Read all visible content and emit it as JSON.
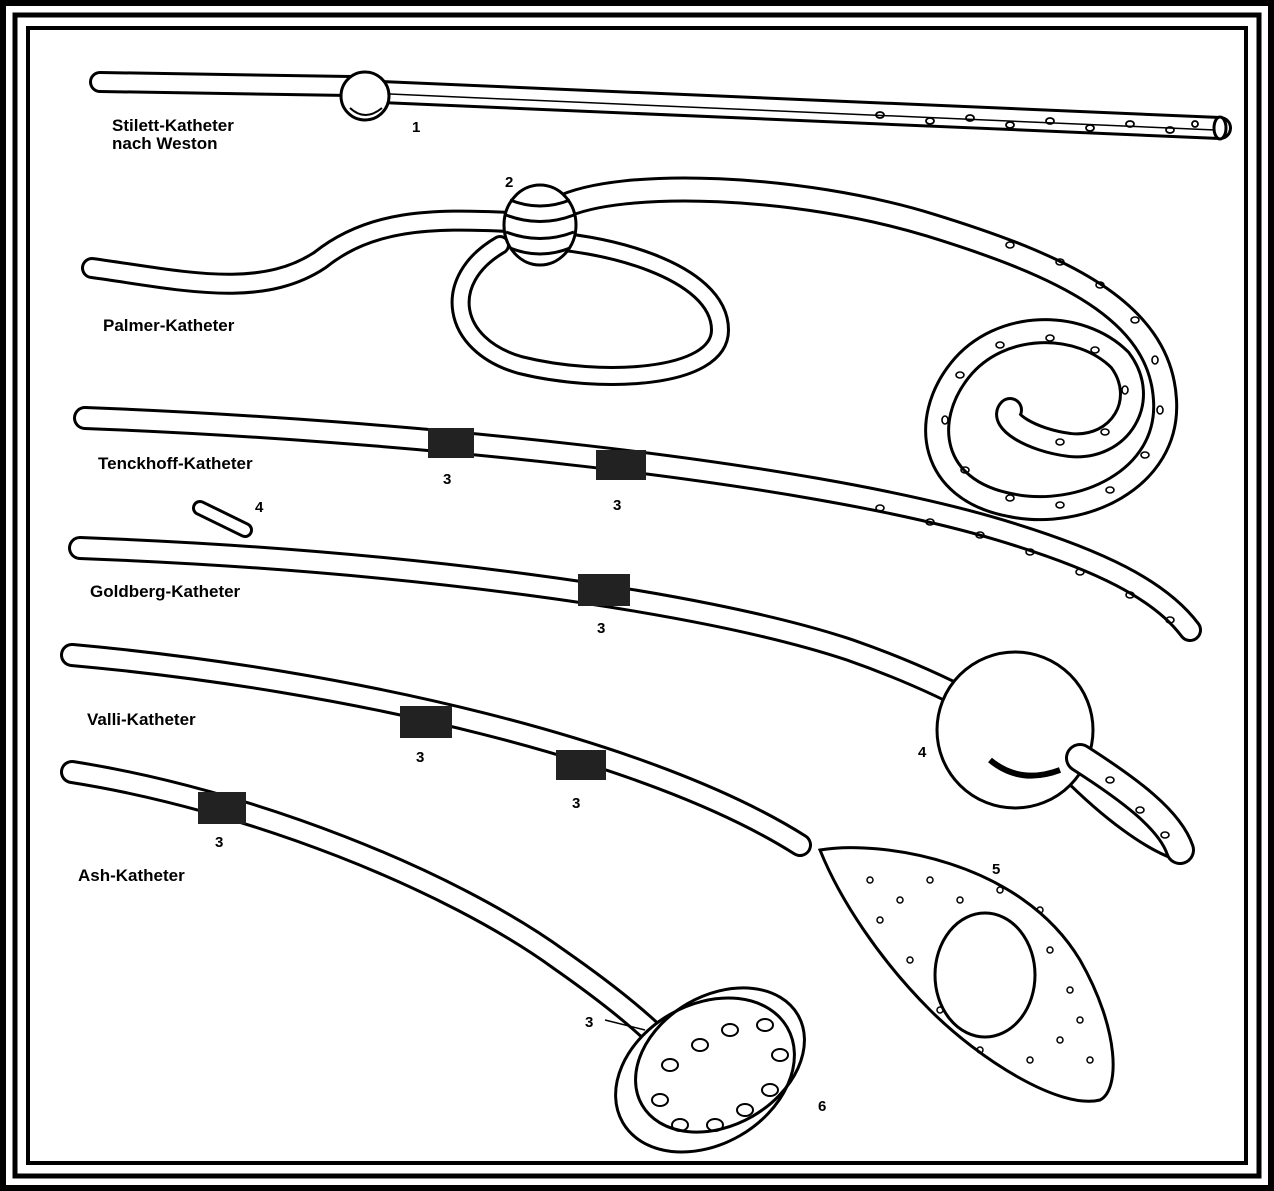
{
  "catheters": {
    "stilett": {
      "line1": "Stilett-Katheter",
      "line2": "nach Weston"
    },
    "palmer": "Palmer-Katheter",
    "tenckhoff": "Tenckhoff-Katheter",
    "goldberg": "Goldberg-Katheter",
    "valli": "Valli-Katheter",
    "ash": "Ash-Katheter"
  },
  "callouts": {
    "n1": "1",
    "n2": "2",
    "n3": "3",
    "n4": "4",
    "n5": "5",
    "n6": "6"
  }
}
